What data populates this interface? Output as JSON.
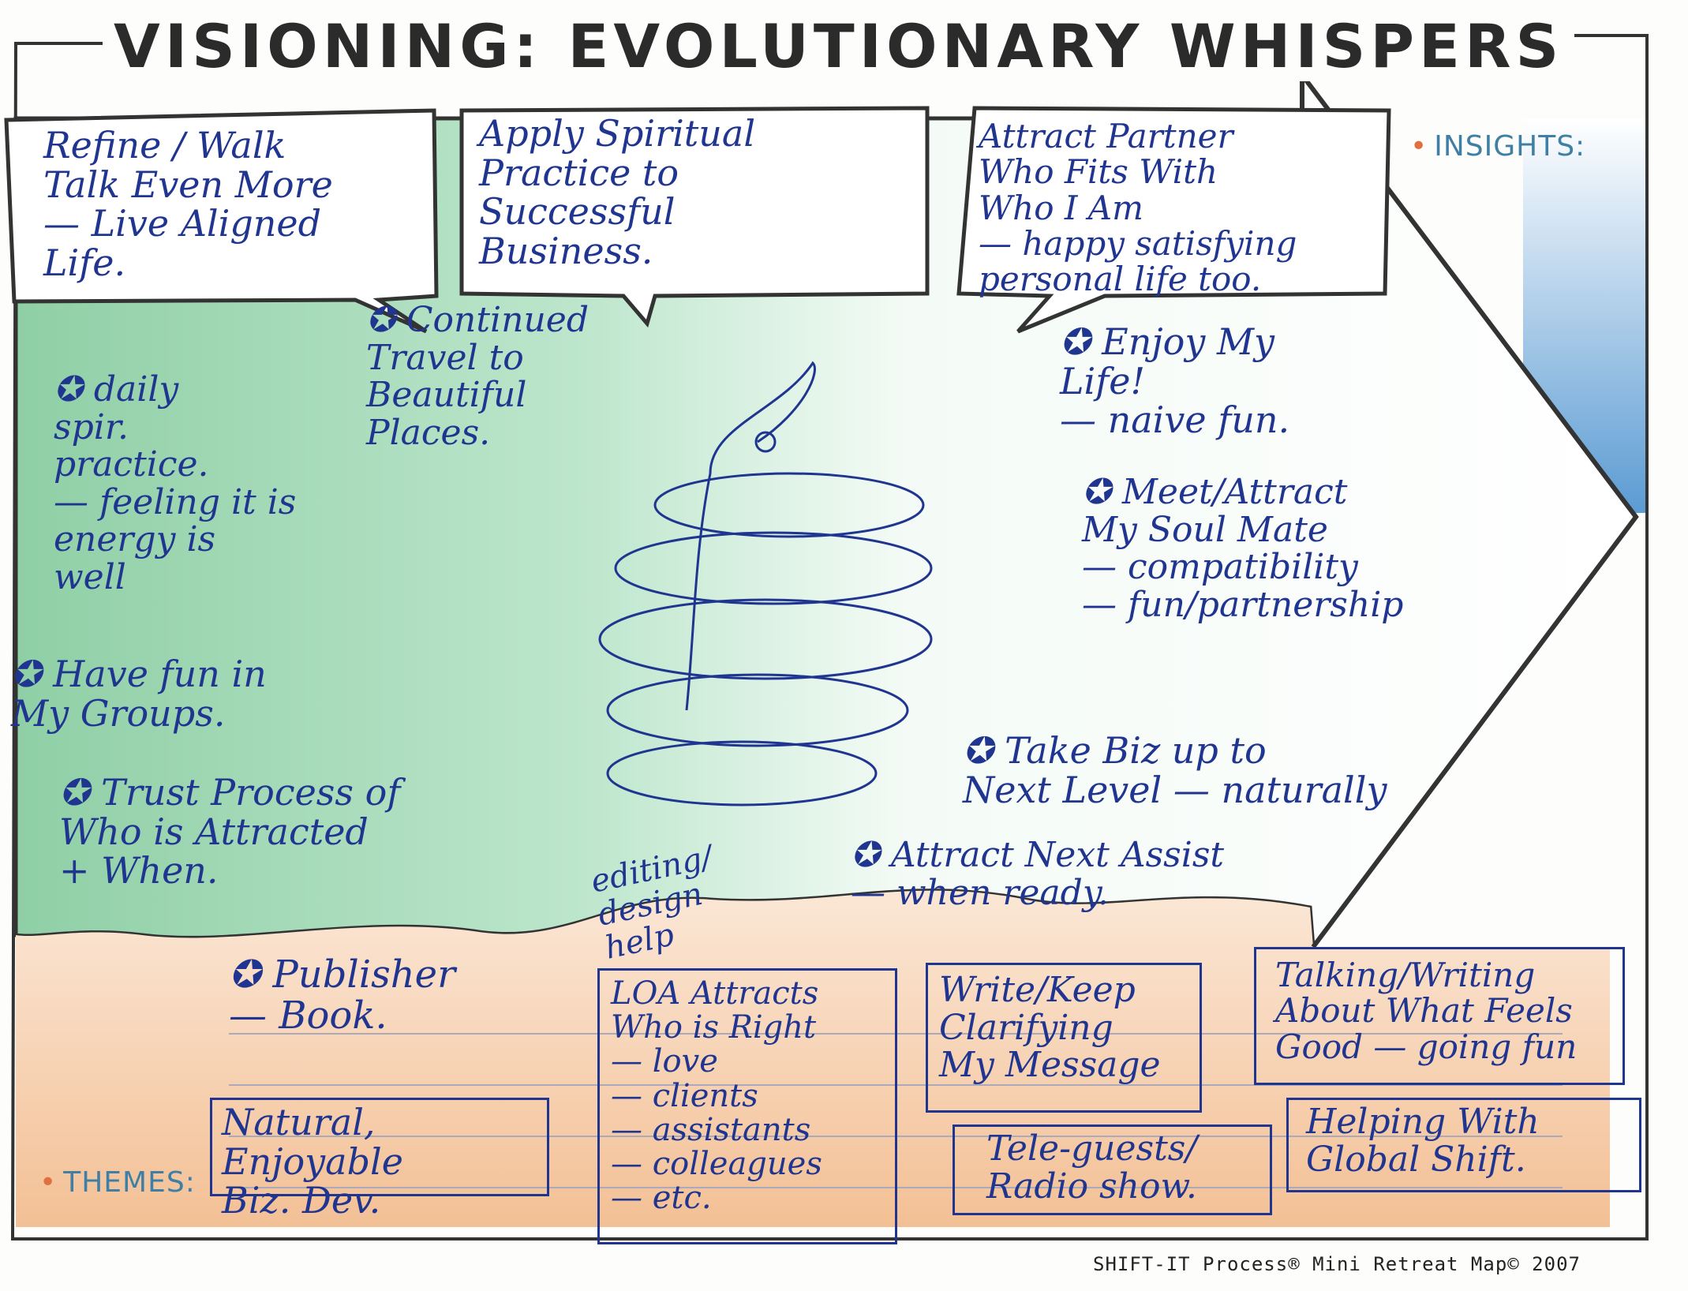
{
  "title": "VISIONING: EVOLUTIONARY WHISPERS",
  "labels": {
    "insights": "INSIGHTS:",
    "themes": "THEMES:"
  },
  "bubbles": [
    "Refine / Walk\nTalk Even More\n— Live Aligned\nLife.",
    "Apply Spiritual\nPractice to\nSuccessful\nBusiness.",
    "Attract Partner\nWho Fits With\nWho I Am\n— happy satisfying\npersonal life too."
  ],
  "insights": [
    "Continued\nTravel to\nBeautiful\nPlaces.",
    "daily\nspir.\npractice.\n— feeling it is\nenergy is\nwell",
    "Have fun in\nMy Groups.",
    "Trust Process of\nWho is Attracted\n+ When.",
    "Enjoy My\nLife!\n— naive fun.",
    "Meet/Attract\nMy Soul Mate\n— compatibility\n— fun/partnership",
    "Take Biz up to\nNext Level — naturally",
    "Attract Next Assist\n— when ready.",
    "Publisher\n— Book."
  ],
  "annotation": "editing/\ndesign\nhelp",
  "themes": [
    "Natural, Enjoyable\nBiz. Dev.",
    "LOA Attracts\nWho is Right\n— love\n— clients\n— assistants\n— colleagues\n— etc.",
    "Write/Keep\nClarifying\nMy Message",
    "Tele-guests/\nRadio show.",
    "Talking/Writing\nAbout What Feels\nGood — going fun",
    "Helping With\nGlobal Shift."
  ],
  "footer": "SHIFT-IT Process® Mini Retreat Map© 2007",
  "colors": {
    "ink": "#1f3590",
    "green": "#8fcfa6",
    "orange": "#f3c9a0",
    "blue": "#5b9bd3"
  }
}
